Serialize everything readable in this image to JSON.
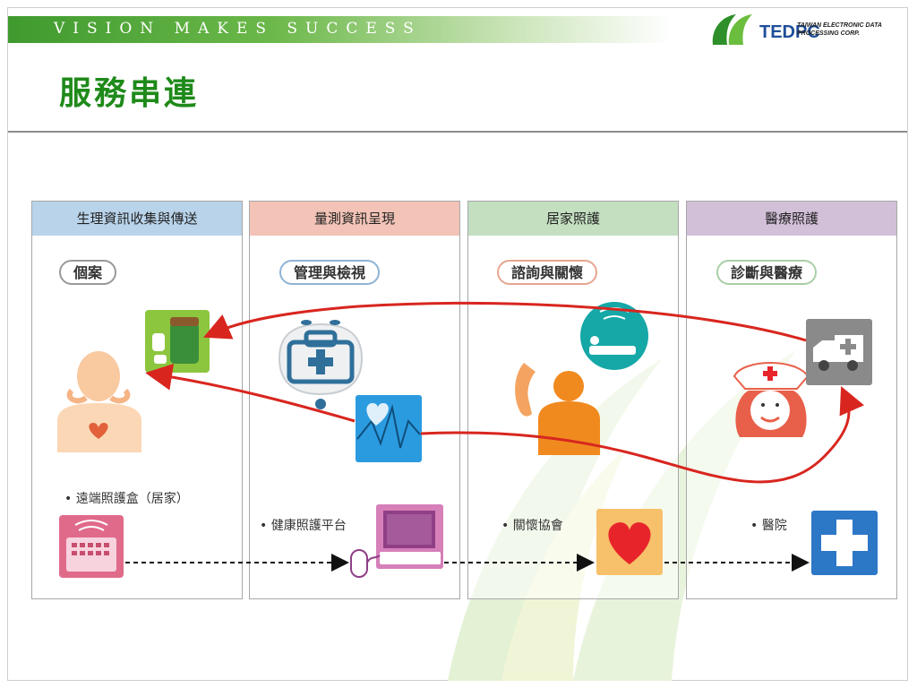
{
  "header": {
    "tagline": "VISION MAKES SUCCESS",
    "company_line1": "TAIWAN ELECTRONIC DATA",
    "company_line2": "PROCESSING CORP.",
    "logo_text": "TEDPC"
  },
  "title": "服務串連",
  "columns": [
    {
      "header": "生理資訊收集與傳送",
      "pill": "個案",
      "location": "• 遠端照護盒（居家）",
      "color": "#b8d3ea"
    },
    {
      "header": "量測資訊呈現",
      "pill": "管理與檢視",
      "location": "• 健康照護平台",
      "color": "#f2c3b6"
    },
    {
      "header": "居家照護",
      "pill": "諮詢與關懷",
      "location": "• 關懷協會",
      "color": "#c3dfc0"
    },
    {
      "header": "醫療照護",
      "pill": "診斷與醫療",
      "location": "• 醫院",
      "color": "#d2bfd8"
    }
  ],
  "colors": {
    "banner_green": "#4ea33a",
    "title_green": "#1f8a1a",
    "arrow_red": "#d8261f",
    "watermark_green": "#dcefc8"
  }
}
